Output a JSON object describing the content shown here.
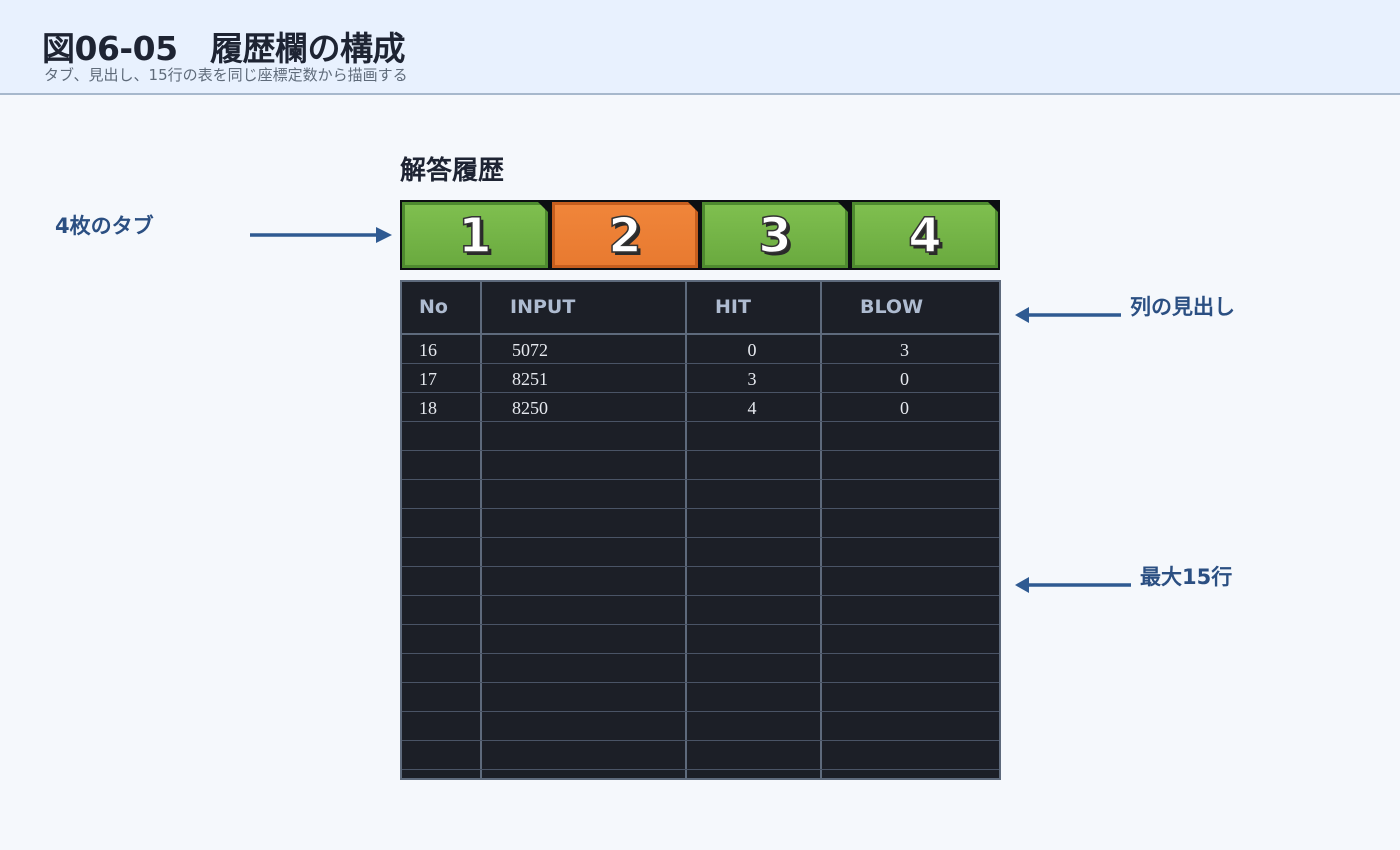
{
  "figure": {
    "title": "図06-05　履歴欄の構成",
    "subtitle": "タブ、見出し、15行の表を同じ座標定数から描画する"
  },
  "section_label": "解答履歴",
  "callouts": {
    "tabs": "4枚のタブ",
    "headers": "列の見出し",
    "rows": "最大15行"
  },
  "tabs": [
    {
      "label": "1",
      "active": false
    },
    {
      "label": "2",
      "active": true
    },
    {
      "label": "3",
      "active": false
    },
    {
      "label": "4",
      "active": false
    }
  ],
  "colors": {
    "tab_green": "#6aaa3f",
    "tab_active": "#e87a30",
    "table_bg": "#1c1f27",
    "callout": "#2b4f82"
  },
  "table": {
    "headers": {
      "no": "No",
      "input": "INPUT",
      "hit": "HIT",
      "blow": "BLOW"
    },
    "max_rows": 15,
    "rows": [
      {
        "no": "16",
        "input": "5072",
        "hit": "0",
        "blow": "3"
      },
      {
        "no": "17",
        "input": "8251",
        "hit": "3",
        "blow": "0"
      },
      {
        "no": "18",
        "input": "8250",
        "hit": "4",
        "blow": "0"
      }
    ]
  }
}
